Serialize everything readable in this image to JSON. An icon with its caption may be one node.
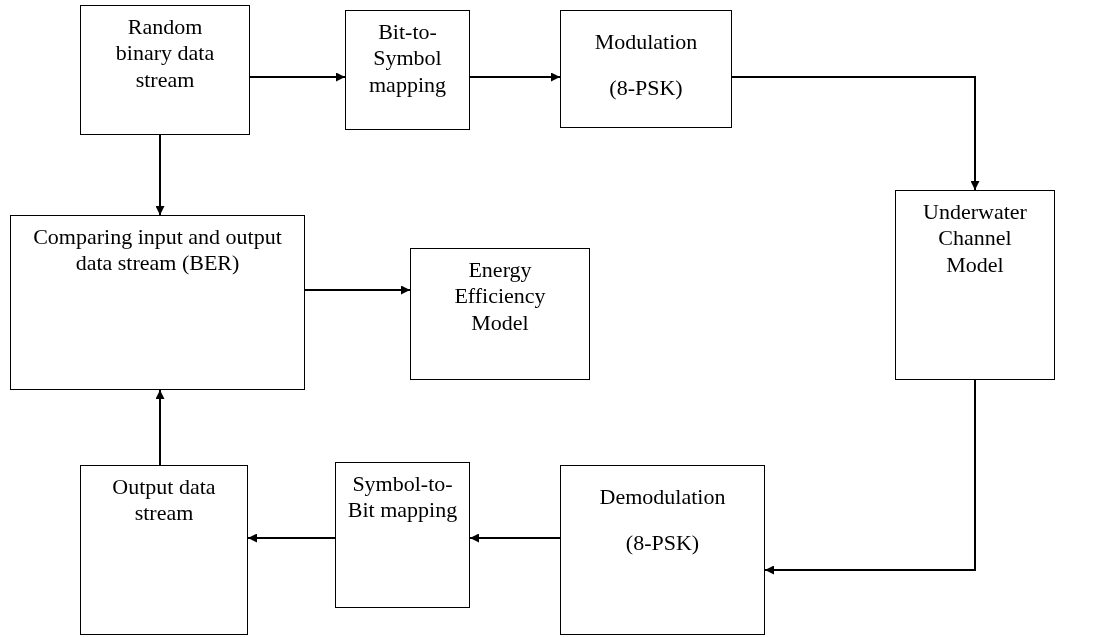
{
  "diagram": {
    "nodes": [
      {
        "text": [
          "Random binary data stream"
        ]
      },
      {
        "text": [
          "Bit-to-Symbol mapping"
        ]
      },
      {
        "text": [
          "Modulation (8-PSK)"
        ]
      },
      {
        "text": [
          "Underwater Channel Model"
        ]
      },
      {
        "text": [
          "Comparing input and output data stream (BER)"
        ]
      },
      {
        "text": [
          "Energy Efficiency Model"
        ]
      },
      {
        "text": [
          "Output data stream"
        ]
      },
      {
        "text": [
          "Symbol-to-Bit mapping"
        ]
      },
      {
        "text": [
          "Demodulation (8-PSK)"
        ]
      }
    ],
    "edges": [
      {
        "from": 0,
        "to": 1,
        "arrow": "to"
      },
      {
        "from": 1,
        "to": 2,
        "arrow": "to"
      },
      {
        "from": 2,
        "to": 3,
        "arrow": "to"
      },
      {
        "from": 3,
        "to": 8,
        "arrow": "to"
      },
      {
        "from": 8,
        "to": 7,
        "arrow": "to"
      },
      {
        "from": 7,
        "to": 6,
        "arrow": "to"
      },
      {
        "from": 6,
        "to": 4,
        "arrow": "to"
      },
      {
        "from": 0,
        "to": 4,
        "arrow": "to"
      },
      {
        "from": 4,
        "to": 5,
        "arrow": "to"
      }
    ]
  }
}
